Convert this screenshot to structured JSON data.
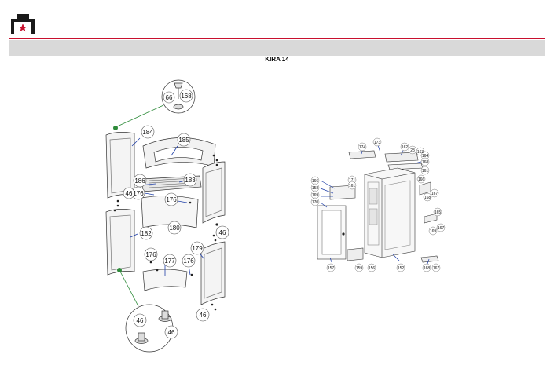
{
  "page": {
    "title": "KIRA 14"
  },
  "colors": {
    "accent": "#c8102e",
    "band": "#d9d9d9",
    "leader_blue": "#1f3fa8",
    "leader_green": "#2e8b3a"
  },
  "icons": {
    "logo": "brand-logo-icon"
  },
  "left_callouts": [
    "168",
    "66",
    "184",
    "185",
    "186",
    "176",
    "183",
    "46",
    "176",
    "180",
    "46",
    "182",
    "176",
    "177",
    "176",
    "179",
    "46",
    "46",
    "46"
  ],
  "right_callouts": [
    "174",
    "173",
    "162",
    "28",
    "163",
    "164",
    "168",
    "161",
    "171",
    "161",
    "166",
    "168",
    "167",
    "166",
    "158",
    "169",
    "170",
    "165",
    "169",
    "167",
    "157",
    "159",
    "156",
    "152",
    "168",
    "167"
  ]
}
